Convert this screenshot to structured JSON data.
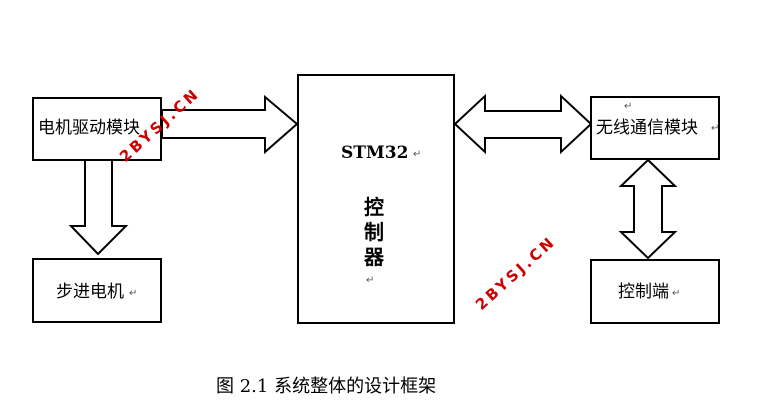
{
  "blocks": {
    "motor_driver": {
      "label": "电机驱动模块"
    },
    "stepper_motor": {
      "label": "步进电机"
    },
    "controller": {
      "title": "STM32",
      "subtitle": [
        "控",
        "制",
        "器"
      ]
    },
    "wireless": {
      "label": "无线通信模块"
    },
    "control_terminal": {
      "label": "控制端"
    }
  },
  "marks": {
    "return_mark": "↵"
  },
  "watermark": {
    "text": "2BYSJ.CN",
    "color": "#cc0000"
  },
  "caption": "图 2.1 系统整体的设计框架",
  "colors": {
    "line": "#000000",
    "background": "#ffffff"
  }
}
